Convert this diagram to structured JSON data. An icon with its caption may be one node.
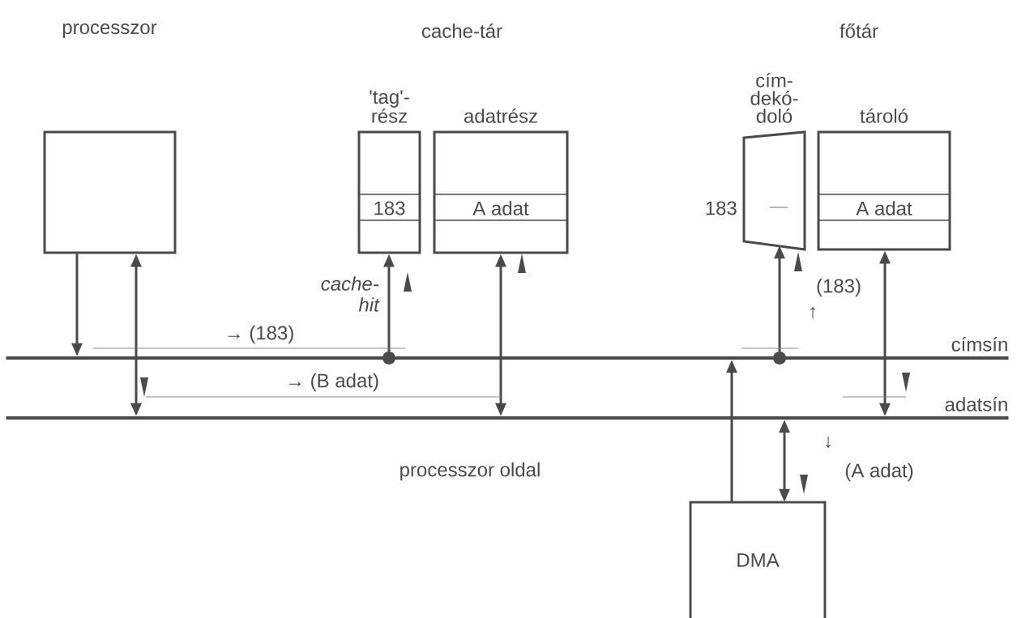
{
  "diagram": {
    "nodes": [
      {
        "text": [],
        "shape": "box"
      },
      {
        "text": [
          "'tag'- rész",
          "183"
        ]
      },
      {
        "text": [
          "adatrész",
          "A adat"
        ]
      },
      {
        "text": [
          "cím- dekó- doló"
        ],
        "beside": [
          "183"
        ]
      },
      {
        "text": [
          "tároló",
          "A adat"
        ]
      },
      {
        "text": [
          "DMA"
        ]
      },
      {
        "text": [
          "címsín"
        ]
      },
      {
        "text": [
          "adatsín"
        ]
      }
    ],
    "edges": [
      {
        "from": 0,
        "to": 6,
        "arrow": "to"
      },
      {
        "from": 0,
        "to": 7,
        "arrow": "both"
      },
      {
        "from": 6,
        "to": 1,
        "arrow": "to",
        "label": "cache- hit"
      },
      {
        "from": 2,
        "to": 7,
        "arrow": "both"
      },
      {
        "from": 6,
        "to": 3,
        "arrow": "to"
      },
      {
        "from": 4,
        "to": 7,
        "arrow": "both"
      },
      {
        "from": 5,
        "to": 6,
        "arrow": "to"
      },
      {
        "from": 5,
        "to": 7,
        "arrow": "both"
      }
    ],
    "labels": [
      "processzor",
      "cache-tár",
      "főtár",
      "→ (183)",
      "→ (B adat)",
      "(183)",
      "↑",
      "processzor oldal",
      "↓",
      "(A adat)"
    ]
  }
}
